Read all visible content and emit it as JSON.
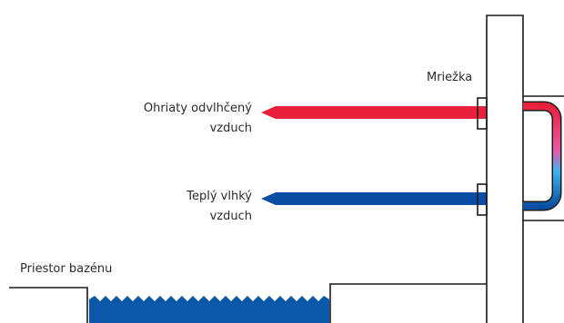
{
  "labels": {
    "grille": "Mriežka",
    "heated_air_line1": "Ohriaty odvlhčený",
    "heated_air_line2": "vzduch",
    "humid_air_line1": "Teplý vlhký",
    "humid_air_line2": "vzduch",
    "pool_area": "Priestor bazénu"
  },
  "colors": {
    "hot_air": "#e8203c",
    "humid_air": "#0a4ea3",
    "water": "#0b57a8",
    "outline": "#1a1a1a",
    "text": "#2b2b2b"
  }
}
